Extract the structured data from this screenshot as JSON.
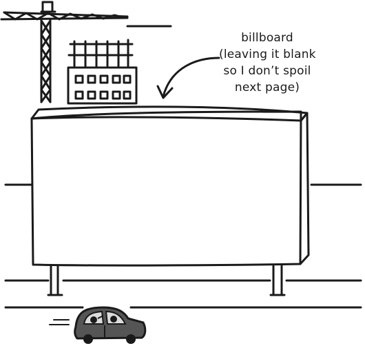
{
  "annotation": {
    "lines": [
      "billboard",
      "(leaving it blank",
      "so I don’t spoil",
      "next page)"
    ]
  },
  "colors": {
    "ink": "#1a1a1a",
    "car_body": "#555555",
    "car_window": "#dcdcdc",
    "background": "#ffffff"
  },
  "icons": {
    "crane": "crane-icon",
    "building": "building-under-construction-icon",
    "billboard": "billboard-icon",
    "arrow": "curved-arrow-icon",
    "car": "car-icon"
  }
}
